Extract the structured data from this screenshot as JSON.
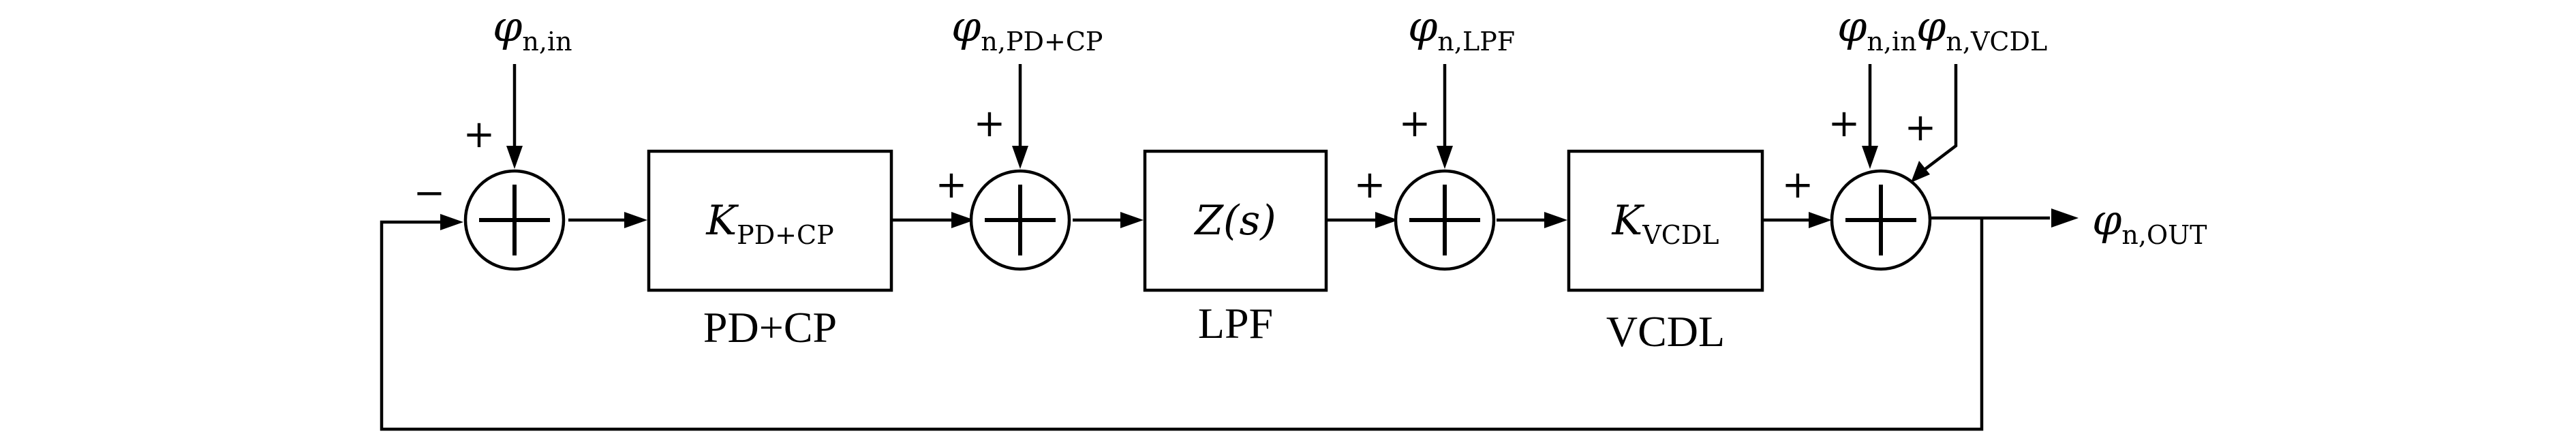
{
  "diagram": {
    "inputs": {
      "in1": {
        "symbol": "φ",
        "sub": "n,in"
      },
      "pdcp": {
        "symbol": "φ",
        "sub": "n,PD+CP"
      },
      "lpf": {
        "symbol": "φ",
        "sub": "n,LPF"
      },
      "in2": {
        "symbol": "φ",
        "sub": "n,in"
      },
      "vcdl": {
        "symbol": "φ",
        "sub": "n,VCDL"
      }
    },
    "output": {
      "symbol": "φ",
      "sub": "n,OUT"
    },
    "blocks": {
      "pdcp": {
        "symbol": "K",
        "sub": "PD+CP",
        "caption": "PD+CP"
      },
      "lpf": {
        "text": "Z(s)",
        "caption": "LPF"
      },
      "vcdl": {
        "symbol": "K",
        "sub": "VCDL",
        "caption": "VCDL"
      }
    },
    "signs": {
      "s1_top": "+",
      "s1_left": "−",
      "s2_top": "+",
      "s2_left": "+",
      "s3_top": "+",
      "s3_left": "+",
      "s4_top": "+",
      "s4_left": "+",
      "s4_diag": "+"
    }
  }
}
